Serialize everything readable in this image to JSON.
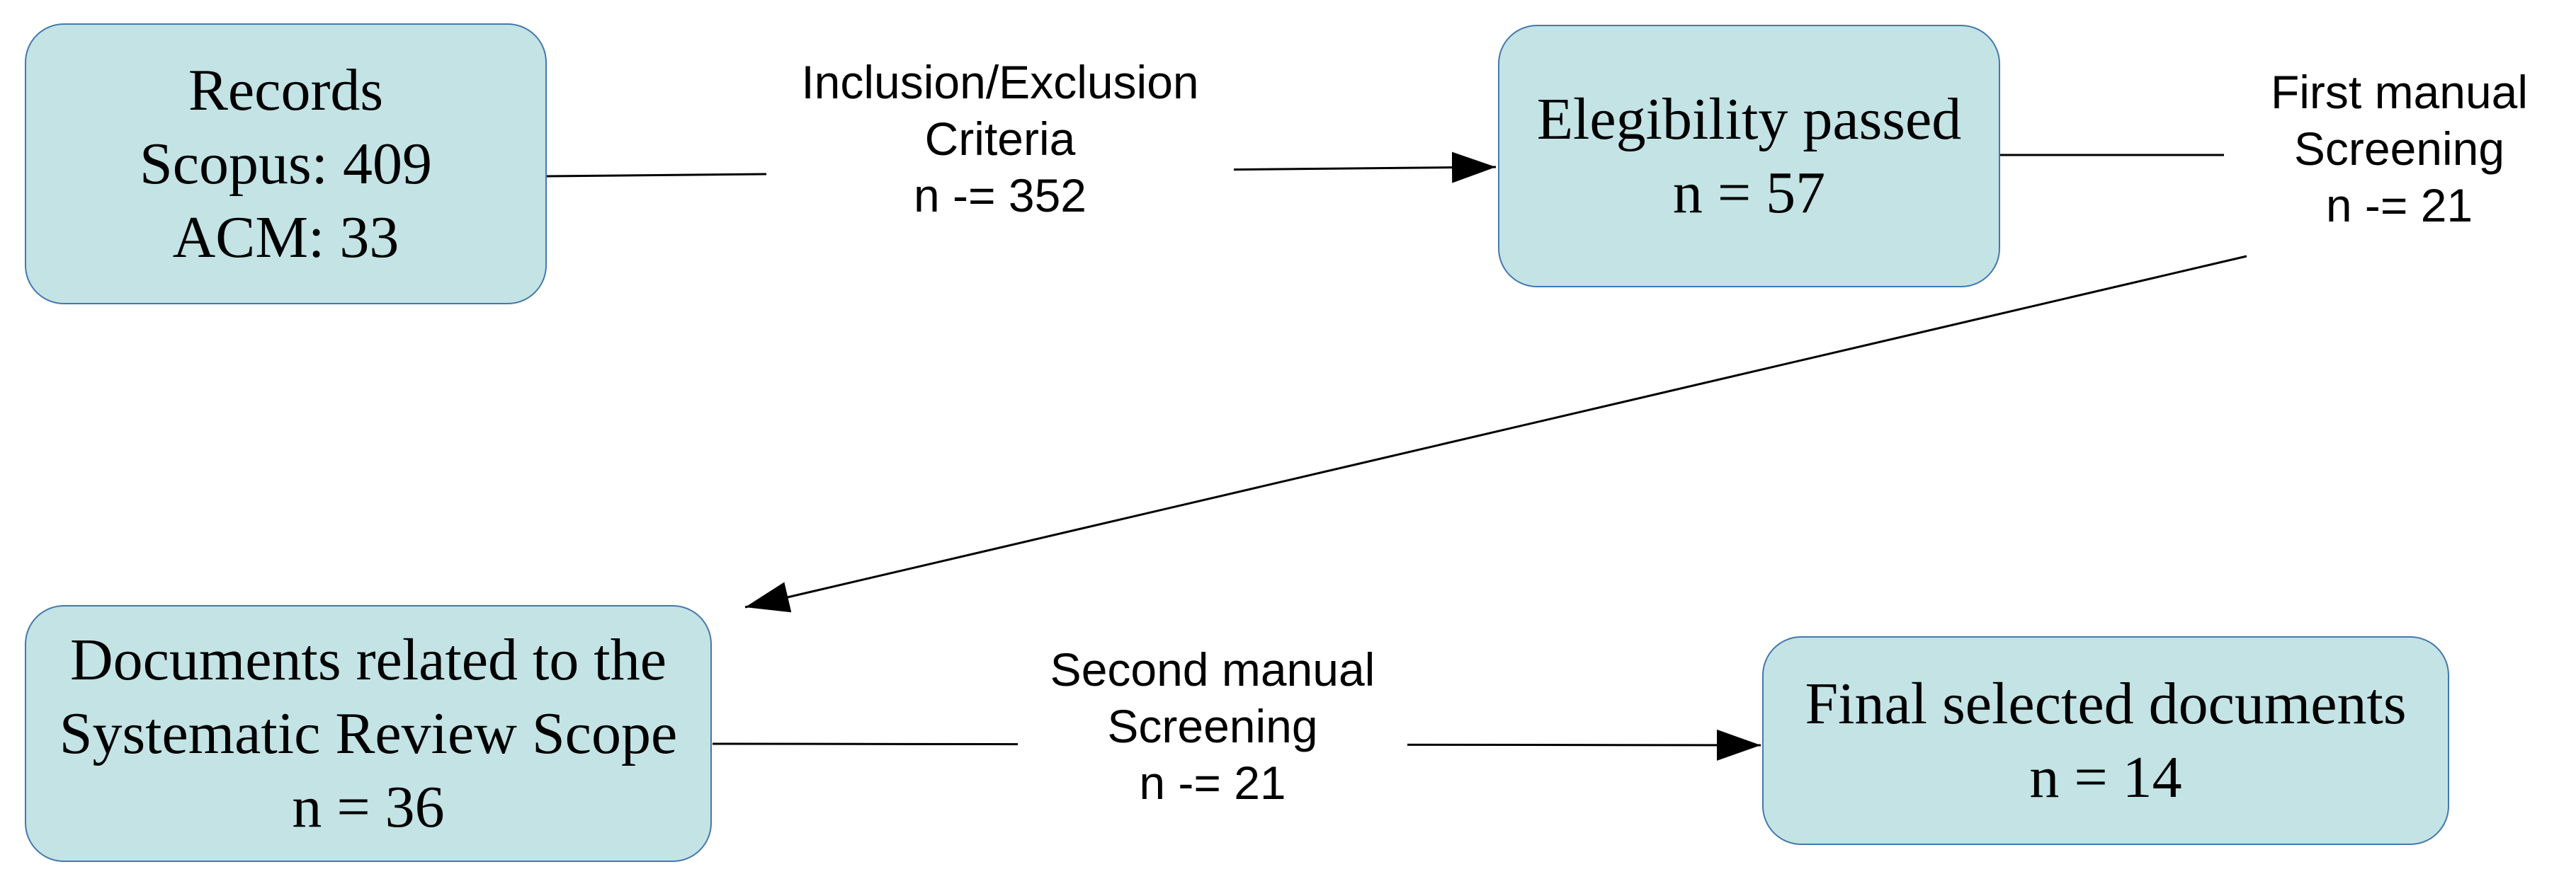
{
  "diagram": {
    "title": "Systematic review document selection flow",
    "boxes": [
      {
        "id": "records",
        "lines": [
          "Records",
          "Scopus: 409",
          "ACM: 33"
        ]
      },
      {
        "id": "eligibility",
        "lines": [
          "Elegibility passed",
          "n = 57"
        ]
      },
      {
        "id": "scope",
        "lines": [
          "Documents related to the",
          "Systematic Review Scope",
          "n = 36"
        ]
      },
      {
        "id": "final",
        "lines": [
          "Final selected documents",
          "n = 14"
        ]
      }
    ],
    "labels": [
      {
        "id": "criteria",
        "lines": [
          "Inclusion/Exclusion",
          "Criteria",
          "n -= 352"
        ]
      },
      {
        "id": "first-screening",
        "lines": [
          "First manual",
          "Screening",
          "n -= 21"
        ]
      },
      {
        "id": "second-screening",
        "lines": [
          "Second manual",
          "Screening",
          "n -= 21"
        ]
      }
    ],
    "connectors": [
      {
        "id": "records-to-eligibility",
        "from": "records",
        "to": "eligibility",
        "arrowhead": true
      },
      {
        "id": "eligibility-out",
        "from": "eligibility",
        "to": "first-screening-label",
        "arrowhead": false
      },
      {
        "id": "screening-to-scope",
        "from": "first-screening-label",
        "to": "scope",
        "arrowhead": true
      },
      {
        "id": "scope-to-final",
        "from": "scope",
        "to": "final",
        "arrowhead": true
      }
    ],
    "colors": {
      "box_fill": "#c3e3e5",
      "box_border": "#4478ad",
      "line": "#000000",
      "background": "#ffffff",
      "text": "#000000"
    }
  }
}
